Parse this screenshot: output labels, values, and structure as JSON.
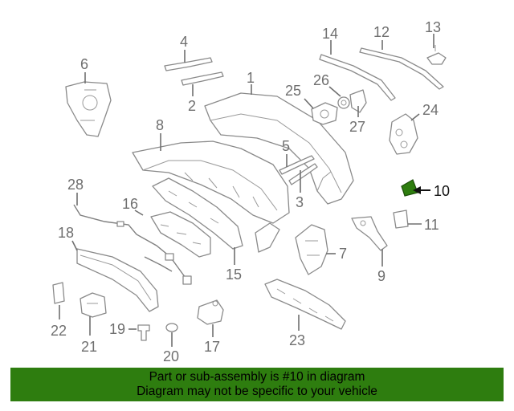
{
  "callouts": {
    "c1": "1",
    "c2": "2",
    "c3": "3",
    "c4": "4",
    "c5": "5",
    "c6": "6",
    "c7": "7",
    "c8": "8",
    "c9": "9",
    "c10": "10",
    "c11": "11",
    "c12": "12",
    "c13": "13",
    "c14": "14",
    "c15": "15",
    "c16": "16",
    "c17": "17",
    "c18": "18",
    "c19": "19",
    "c20": "20",
    "c21": "21",
    "c22": "22",
    "c23": "23",
    "c24": "24",
    "c25": "25",
    "c26": "26",
    "c27": "27",
    "c28": "28"
  },
  "highlighted_part": "10",
  "highlight_color": "#2e7d0f",
  "banner": {
    "line1": "Part or sub-assembly is #10 in diagram",
    "line2": "Diagram may not be specific to your vehicle"
  }
}
